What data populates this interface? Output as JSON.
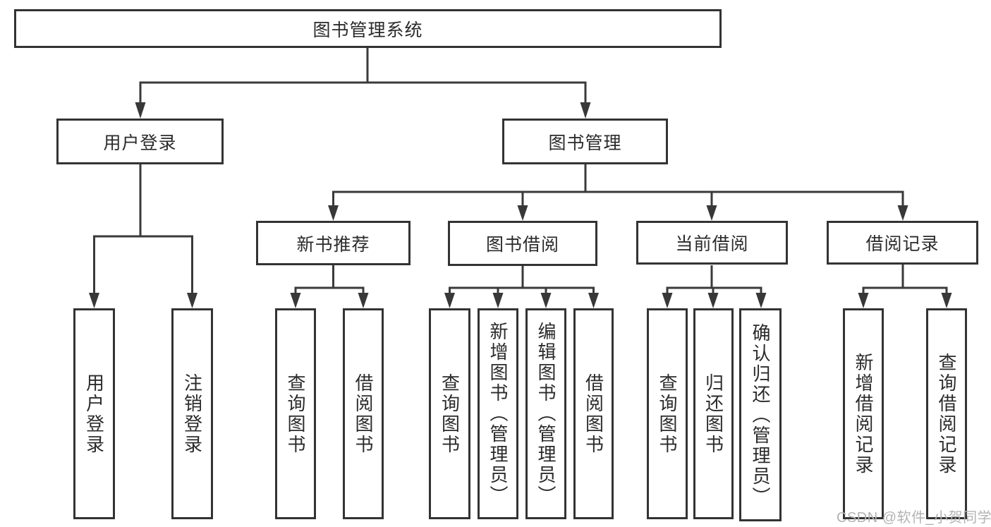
{
  "tree": {
    "root": {
      "label": "图书管理系统"
    },
    "user_login": {
      "label": "用户登录",
      "children": [
        {
          "label": "用户登录"
        },
        {
          "label": "注销登录"
        }
      ]
    },
    "book_management": {
      "label": "图书管理",
      "sections": [
        {
          "label": "新书推荐",
          "children": [
            {
              "label": "查询图书"
            },
            {
              "label": "借阅图书"
            }
          ]
        },
        {
          "label": "图书借阅",
          "children": [
            {
              "label": "查询图书"
            },
            {
              "label": "新增图书（管理员）"
            },
            {
              "label": "编辑图书（管理员）"
            },
            {
              "label": "借阅图书"
            }
          ]
        },
        {
          "label": "当前借阅",
          "children": [
            {
              "label": "查询图书"
            },
            {
              "label": "归还图书"
            },
            {
              "label": "确认归还（管理员）"
            }
          ]
        },
        {
          "label": "借阅记录",
          "children": [
            {
              "label": "新增借阅记录"
            },
            {
              "label": "查询借阅记录"
            }
          ]
        }
      ]
    }
  },
  "watermark": "CSDN @软件_小贺同学",
  "colors": {
    "line": "#3a3a3a",
    "box_border": "#333333",
    "text": "#2b2b2b",
    "watermark": "#b3b3b3",
    "background": "#ffffff"
  }
}
